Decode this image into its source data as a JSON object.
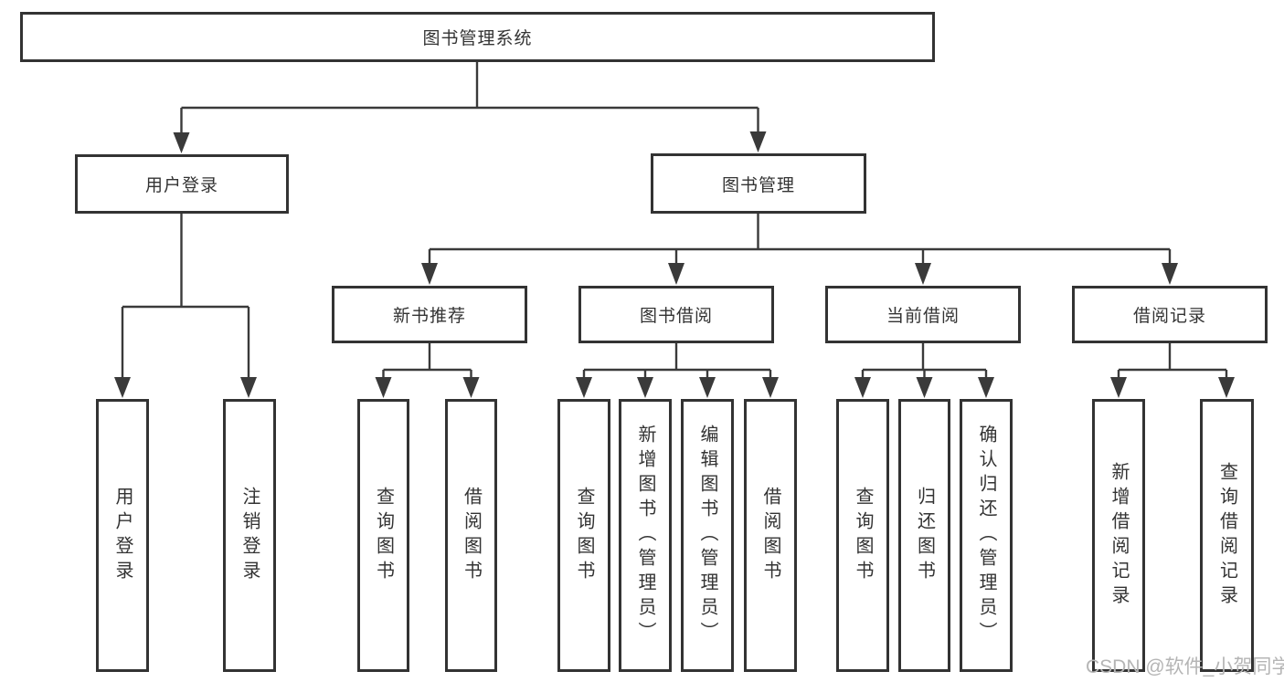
{
  "root": {
    "label": "图书管理系统"
  },
  "user_login": {
    "label": "用户登录",
    "children": {
      "login": {
        "label": "用户登录"
      },
      "logout": {
        "label": "注销登录"
      }
    }
  },
  "book_mgmt": {
    "label": "图书管理"
  },
  "new_book": {
    "label": "新书推荐",
    "children": {
      "query": {
        "label": "查询图书"
      },
      "borrow": {
        "label": "借阅图书"
      }
    }
  },
  "book_borrow": {
    "label": "图书借阅",
    "children": {
      "query": {
        "label": "查询图书"
      },
      "add": {
        "label": "新增图书（管理员）"
      },
      "edit": {
        "label": "编辑图书（管理员）"
      },
      "borrow": {
        "label": "借阅图书"
      }
    }
  },
  "current_borrow": {
    "label": "当前借阅",
    "children": {
      "query": {
        "label": "查询图书"
      },
      "return": {
        "label": "归还图书"
      },
      "confirm": {
        "label": "确认归还（管理员）"
      }
    }
  },
  "borrow_records": {
    "label": "借阅记录",
    "children": {
      "add": {
        "label": "新增借阅记录"
      },
      "query": {
        "label": "查询借阅记录"
      }
    }
  },
  "watermark": "CSDN @软件_小贺同学",
  "colors": {
    "line": "#3a3a3a",
    "box_border": "#333333",
    "text": "#333333",
    "background": "#ffffff",
    "watermark": "#b5b5b5"
  }
}
